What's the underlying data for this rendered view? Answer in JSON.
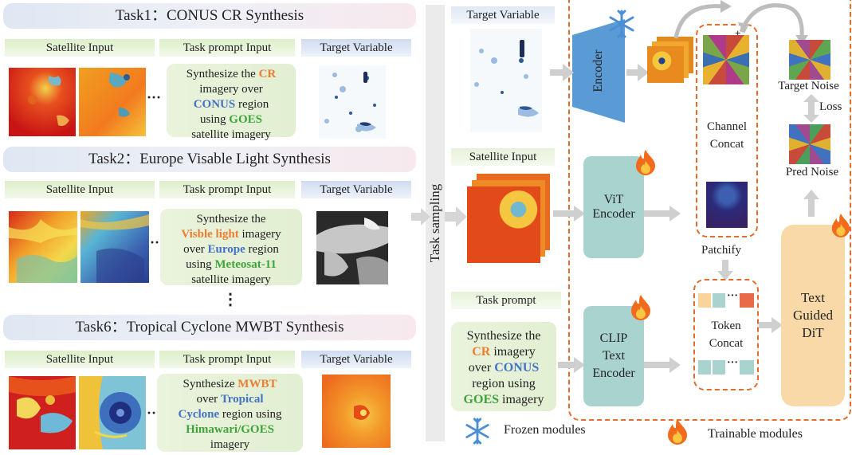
{
  "tasks": [
    {
      "title": "Task1：CONUS CR Synthesis",
      "satellite_header": "Satellite Input",
      "prompt_header": "Task prompt Input",
      "target_header": "Target Variable",
      "prompt_lines": [
        [
          {
            "t": "Synthesize the "
          },
          {
            "t": "CR",
            "c": "o"
          }
        ],
        [
          {
            "t": "imagery over"
          }
        ],
        [
          {
            "t": "CONUS",
            "c": "b"
          },
          {
            "t": " region"
          }
        ],
        [
          {
            "t": "using "
          },
          {
            "t": "GOES",
            "c": "g"
          }
        ],
        [
          {
            "t": "satellite imagery"
          }
        ]
      ]
    },
    {
      "title": "Task2：Europe Visable Light Synthesis",
      "satellite_header": "Satellite Input",
      "prompt_header": "Task prompt Input",
      "target_header": "Target Variable",
      "prompt_lines": [
        [
          {
            "t": "Synthesize the"
          }
        ],
        [
          {
            "t": "Visble light",
            "c": "o"
          },
          {
            "t": " imagery"
          }
        ],
        [
          {
            "t": "over "
          },
          {
            "t": "Europe",
            "c": "b"
          },
          {
            "t": " region"
          }
        ],
        [
          {
            "t": "using "
          },
          {
            "t": "Meteosat-11",
            "c": "g"
          }
        ],
        [
          {
            "t": "satellite imagery"
          }
        ]
      ]
    },
    {
      "title": "Task6：Tropical Cyclone MWBT Synthesis",
      "satellite_header": "Satellite Input",
      "prompt_header": "Task prompt Input",
      "target_header": "Target Variable",
      "prompt_lines": [
        [
          {
            "t": "Synthesize "
          },
          {
            "t": "MWBT",
            "c": "o"
          }
        ],
        [
          {
            "t": "over "
          },
          {
            "t": "Tropical",
            "c": "b"
          }
        ],
        [
          {
            "t": "Cyclone",
            "c": "b"
          },
          {
            "t": " region using"
          }
        ],
        [
          {
            "t": "Himawari/GOES",
            "c": "g"
          }
        ],
        [
          {
            "t": "imagery"
          }
        ]
      ]
    }
  ],
  "ellipsis": "⋮",
  "dots": "···",
  "task_sampling": "Task sampling",
  "right": {
    "target_variable_label": "Target Variable",
    "satellite_input_label": "Satellite Input",
    "task_prompt_label": "Task prompt",
    "prompt_lines": [
      [
        {
          "t": "Synthesize the"
        }
      ],
      [
        {
          "t": "CR",
          "c": "o"
        },
        {
          "t": " imagery"
        }
      ],
      [
        {
          "t": "over "
        },
        {
          "t": "CONUS",
          "c": "b"
        }
      ],
      [
        {
          "t": "region using"
        }
      ],
      [
        {
          "t": "GOES",
          "c": "g"
        },
        {
          "t": " imagery"
        }
      ]
    ],
    "encoder": "Encoder",
    "vit_encoder_line1": "ViT",
    "vit_encoder_line2": "Encoder",
    "clip_line1": "CLIP",
    "clip_line2": "Text",
    "clip_line3": "Encoder",
    "plus": "+",
    "channel_concat_line1": "Channel",
    "channel_concat_line2": "Concat",
    "patchify": "Patchify",
    "token_concat_line1": "Token",
    "token_concat_line2": "Concat",
    "token_dots": "···",
    "dit_line1": "Text",
    "dit_line2": "Guided",
    "dit_line3": "DiT",
    "target_noise": "Target Noise",
    "loss": "Loss",
    "pred_noise": "Pred Noise",
    "frozen_modules": "Frozen modules",
    "trainable_modules": "Trainable modules"
  },
  "colors": {
    "orange_text": "#ed7d31",
    "blue_text": "#4472c4",
    "green_text": "#3ea33a",
    "dashed_border": "#e36c2b",
    "encoder_blue": "#5b9bd5",
    "module_teal": "#a9d3cf",
    "dit_peach": "#f9d9a8",
    "snowflake": "#4a8fd6",
    "fire": "#f26b1d"
  }
}
